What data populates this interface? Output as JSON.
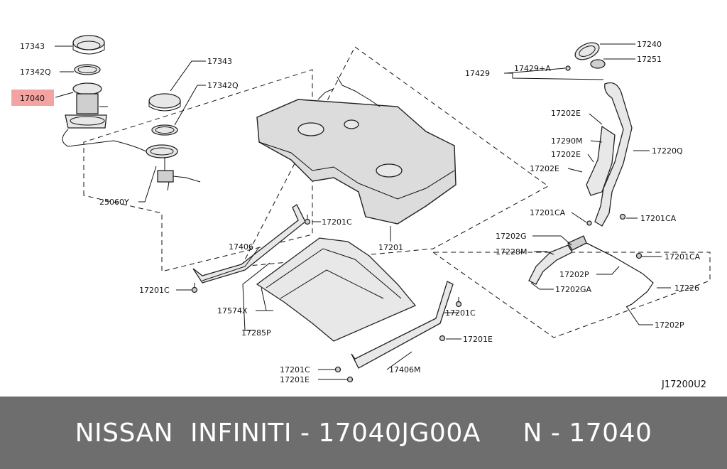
{
  "diagram": {
    "code": "J17200U2",
    "highlight_color": "#f4a3a3",
    "labels": {
      "l17343a": "17343",
      "l17342qa": "17342Q",
      "l17040": "17040",
      "l17343b": "17343",
      "l17342qb": "17342Q",
      "l25060y": "25060Y",
      "l17201": "17201",
      "l17201c_1": "17201C",
      "l17406": "17406",
      "l17201c_2": "17201C",
      "l17574x": "17574X",
      "l17285p": "17285P",
      "l17201c_3": "17201C",
      "l17201e_1": "17201E",
      "l17201c_4": "17201C",
      "l17201e_2": "17201E",
      "l17406m": "17406M",
      "l17240": "17240",
      "l17251": "17251",
      "l17429": "17429",
      "l17429a": "17429+A",
      "l17202e_1": "17202E",
      "l17290m": "17290M",
      "l17202e_2": "17202E",
      "l17202e_3": "17202E",
      "l17220q": "17220Q",
      "l17201ca_1": "17201CA",
      "l17201ca_2": "17201CA",
      "l17202g": "17202G",
      "l17228m": "17228M",
      "l17201ca_3": "17201CA",
      "l17202p_1": "17202P",
      "l17202ga": "17202GA",
      "l17226": "17226",
      "l17202p_2": "17202P"
    }
  },
  "footer": {
    "text": "NISSAN  INFINITI - 17040JG00A     N - 17040"
  }
}
